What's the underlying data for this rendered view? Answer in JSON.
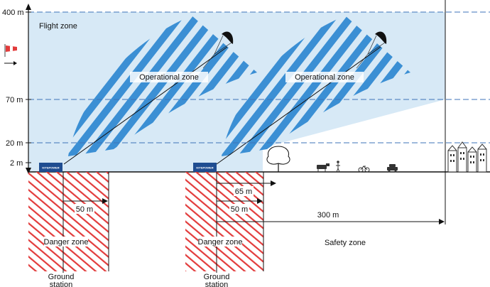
{
  "altitudes": [
    "400 m",
    "70 m",
    "20 m",
    "2 m"
  ],
  "zones": {
    "flight": "Flight zone",
    "operational": "Operational zone",
    "danger": "Danger zone",
    "safety": "Safety zone"
  },
  "distances": {
    "d50_left": "50 m",
    "d65": "65 m",
    "d50_right": "50 m",
    "d300": "300 m"
  },
  "ground_station": {
    "line1": "Ground",
    "line2": "station",
    "badge": "KITEPOWER"
  },
  "icons": [
    "windsock-icon",
    "wind-arrow-icon",
    "kite-icon",
    "tree-icon",
    "cow-icon",
    "person-icon",
    "bicycle-icon",
    "car-icon",
    "houses-icon"
  ],
  "colors": {
    "flight_zone_fill": "#d7e9f6",
    "operational_stripes": "#3b8fd4",
    "danger_hatch": "#e23b3b",
    "dashed_lines": "#3d73b8",
    "station_blue": "#1f4d91"
  }
}
